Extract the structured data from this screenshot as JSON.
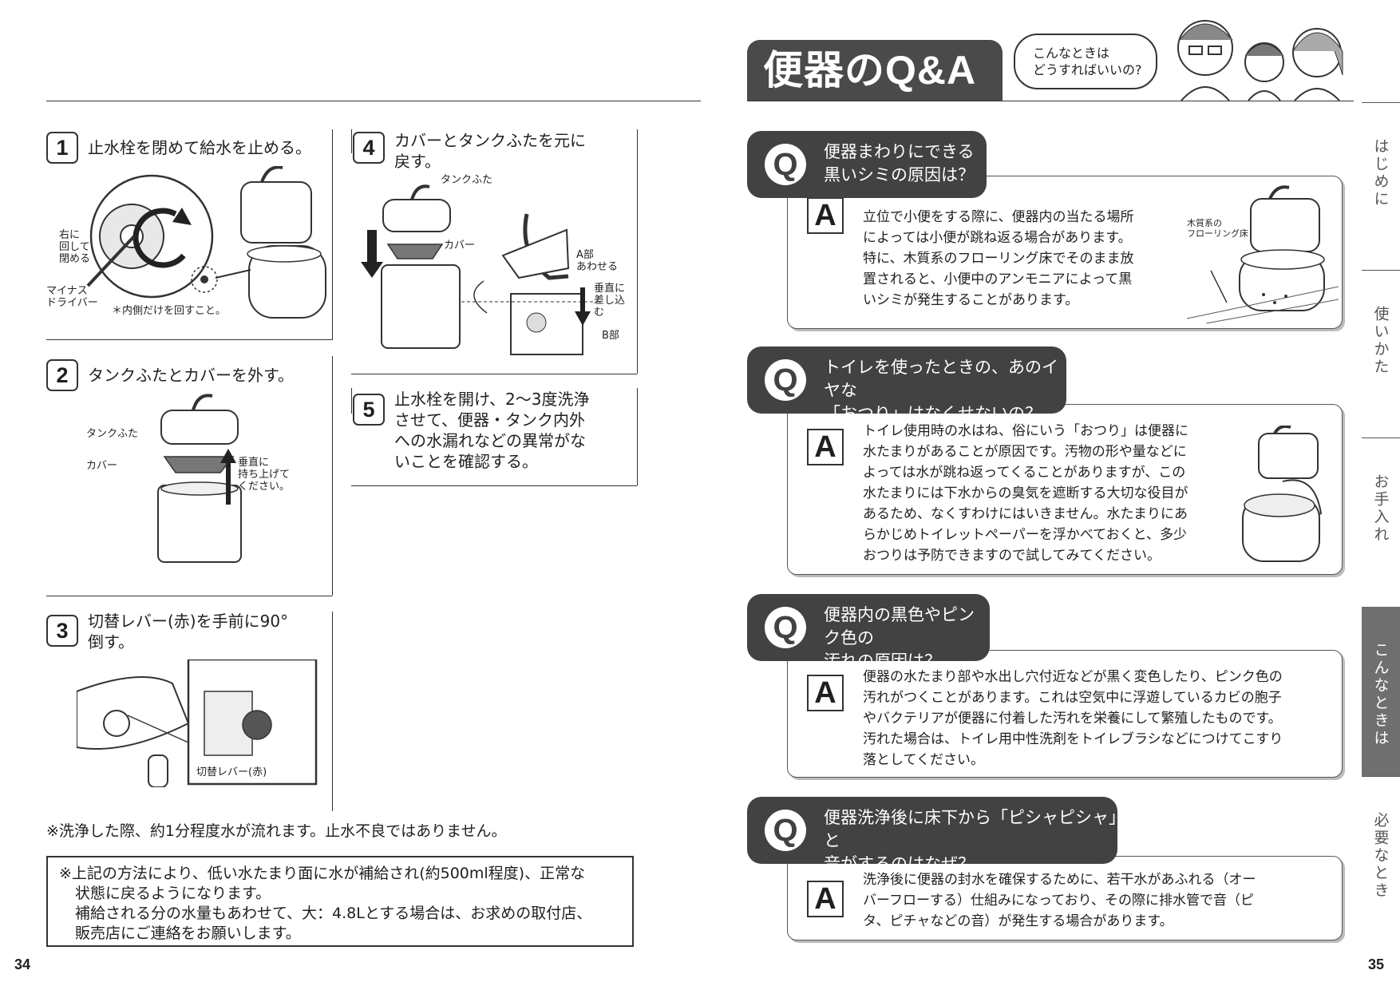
{
  "left_page": {
    "page_number": "34",
    "steps": [
      {
        "number": "1",
        "text": "止水栓を閉めて給水を止める。",
        "labels": [
          "右に\n回して\n閉める",
          "マイナス\nドライバー",
          "＊内側だけを回すこと。"
        ]
      },
      {
        "number": "2",
        "text": "タンクふたとカバーを外す。",
        "labels": [
          "タンクふた",
          "カバー",
          "垂直に\n持ち上げて\nください。"
        ]
      },
      {
        "number": "3",
        "text": "切替レバー(赤)を手前に90°\n倒す。",
        "labels": [
          "切替レバー(赤)"
        ]
      },
      {
        "number": "4",
        "text": "カバーとタンクふたを元に\n戻す。",
        "labels": [
          "タンクふた",
          "カバー",
          "A部\nあわせる",
          "垂直に\n差し込\nむ",
          "B部"
        ]
      },
      {
        "number": "5",
        "text": "止水栓を開け、2〜3度洗浄\nさせて、便器・タンク内外\nへの水漏れなどの異常がな\nいことを確認する。",
        "labels": []
      }
    ],
    "note": "※洗浄した際、約1分程度水が流れます。止水不良ではありません。",
    "notebox": [
      "※上記の方法により、低い水たまり面に水が補給され(約500ml程度)、正常な",
      "状態に戻るようになります。",
      "補給される分の水量もあわせて、大：4.8Lとする場合は、お求めの取付店、",
      "販売店にご連絡をお願いします。"
    ]
  },
  "right_page": {
    "page_number": "35",
    "title": "便器のQ&A",
    "speech": "こんなときは\nどうすればいいの?",
    "q_mark": "Q",
    "a_mark": "A",
    "qa": [
      {
        "question": "便器まわりにできる\n黒いシミの原因は？",
        "answer": [
          "立位で小便をする際に、便器内の当たる場所",
          "によっては小便が跳ね返る場合があります。",
          "特に、木質系のフローリング床でそのまま放",
          "置されると、小便中のアンモニアによって黒",
          "いシミが発生することがあります。"
        ],
        "image_label": "木質系の\nフローリング床"
      },
      {
        "question": "トイレを使ったときの、あのイヤな\n「おつり」はなくせないの？",
        "answer": [
          "トイレ使用時の水はね、俗にいう「おつり」は便器に",
          "水たまりがあることが原因です。汚物の形や量などに",
          "よっては水が跳ね返ってくることがありますが、この",
          "水たまりには下水からの臭気を遮断する大切な役目が",
          "あるため、なくすわけにはいきません。水たまりにあ",
          "らかじめトイレットペーパーを浮かべておくと、多少",
          "おつりは予防できますので試してみてください。"
        ]
      },
      {
        "question": "便器内の黒色やピンク色の\n汚れの原因は？",
        "answer": [
          "便器の水たまり部や水出し穴付近などが黒く変色したり、ピンク色の",
          "汚れがつくことがあります。これは空気中に浮遊しているカビの胞子",
          "やバクテリアが便器に付着した汚れを栄養にして繁殖したものです。",
          "汚れた場合は、トイレ用中性洗剤をトイレブラシなどにつけてこすり",
          "落としてください。"
        ]
      },
      {
        "question": "便器洗浄後に床下から「ピシャピシャ」と\n音がするのはなぜ？",
        "answer": [
          "洗浄後に便器の封水を確保するために、若干水があふれる（オー",
          "バーフローする）仕組みになっており、その際に排水管で音（ピ",
          "タ、ピチャなどの音）が発生する場合があります。"
        ]
      }
    ],
    "side_tabs": [
      "はじめに",
      "使いかた",
      "お手入れ",
      "こんなときは",
      "必要なとき"
    ],
    "active_tab_index": 3
  }
}
